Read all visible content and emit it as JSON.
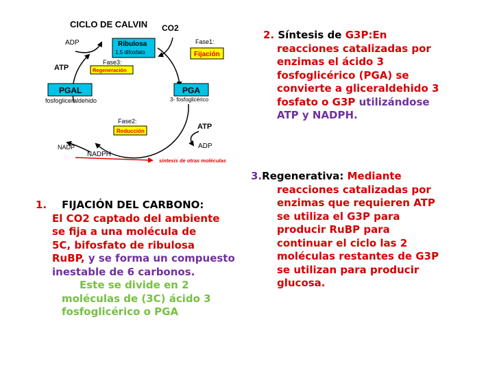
{
  "diagram": {
    "title": "CICLO DE CALVIN",
    "co2": "CO2",
    "fase1": "Fase1:",
    "fijacion": "Fijación",
    "ribulosa": "Ribulosa",
    "bifosfato": "1,5 difosfato",
    "adp_top": "ADP",
    "atp_left": "ATP",
    "fase3": "Fase3:",
    "regeneracion": "Regeneración",
    "pgal": "PGAL",
    "fosfogliceraldehido": "fosfogliceraldehido",
    "pga": "PGA",
    "fosfoglicerico": "3- fosfoglicérico",
    "fase2": "Fase2:",
    "reduccion": "Reducción",
    "atp_right": "ATP",
    "adp_right": "ADP",
    "nadp": "NADP",
    "nadph": "NADPH",
    "sintesis": "síntesis de otras moléculas",
    "colors": {
      "box": "#00c3e8",
      "yellow": "#ffff00",
      "arrow": "#000000",
      "redtext": "#e00000"
    }
  },
  "sec2": {
    "num": "2.",
    "t1": "Síntesis de",
    "t2": "G3P:En",
    "l2": "reacciones catalizadas por",
    "l3": "enzimas el ácido 3",
    "l4": "fosfoglicérico (PGA) se",
    "l5": "convierte a gliceraldehido 3",
    "l6a": "fosfato o G3P",
    "l6b": "utilizándose",
    "l7": "ATP y NADPH."
  },
  "sec3": {
    "num": "3.",
    "t1": "Regenerativa:",
    "t2": "Mediante",
    "l2": "reacciones catalizadas por",
    "l3": "enzimas que requieren ATP",
    "l4": "se utiliza el G3P para",
    "l5": "producir RuBP para",
    "l6": "continuar el ciclo las 2",
    "l7": "moléculas restantes de G3P",
    "l8": "se utilizan para producir",
    "l9": "glucosa."
  },
  "sec1": {
    "num": "1.",
    "heading": "FIJACIÓN DEL CARBONO:",
    "l1": "El CO2 captado del ambiente",
    "l2": "se fija a una molécula de",
    "l3": "5C, bifosfato de ribulosa",
    "l4a": "RuBP,",
    "l4b": "y se forma un compuesto",
    "l5": "inestable de 6 carbonos.",
    "l6": "Este se divide en 2",
    "l7": "moléculas de (3C) ácido 3",
    "l8": "fosfoglicérico o PGA"
  }
}
